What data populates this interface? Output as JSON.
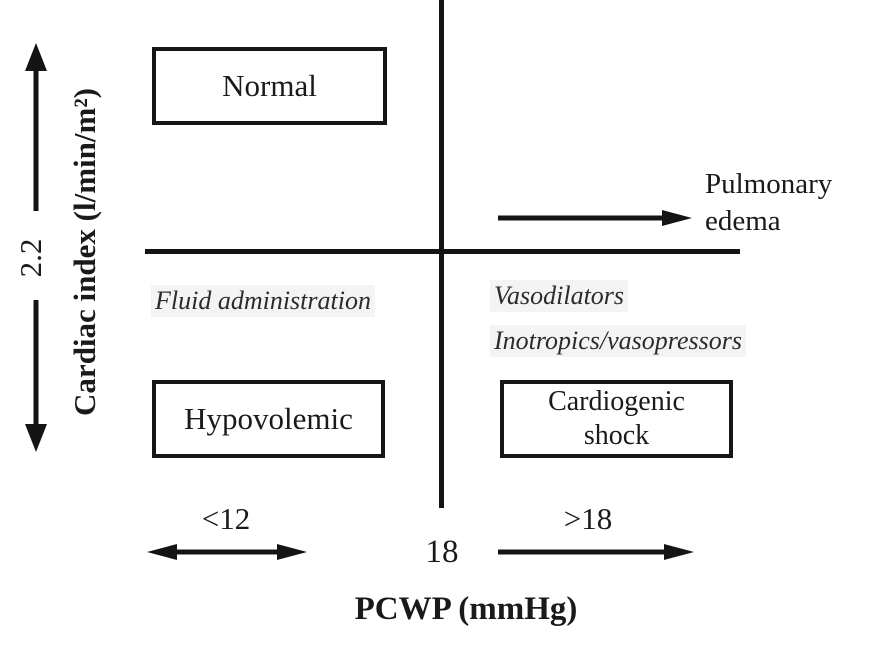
{
  "diagram": {
    "y_axis": {
      "label": "Cardiac index (l/min/m²)",
      "threshold": "2.2"
    },
    "x_axis": {
      "label": "PCWP (mmHg)",
      "threshold": "18",
      "left_range": "<12",
      "right_range": ">18"
    },
    "states": {
      "normal": "Normal",
      "hypovolemic": "Hypovolemic",
      "cardiogenic_shock": "Cardiogenic\nshock",
      "pulmonary_edema": "Pulmonary\nedema"
    },
    "treatments": {
      "bottom_left": "Fluid administration",
      "bottom_right_1": "Vasodilators",
      "bottom_right_2": "Inotropics/vasopressors"
    },
    "colors": {
      "ink": "#141414",
      "background": "#ffffff"
    }
  }
}
